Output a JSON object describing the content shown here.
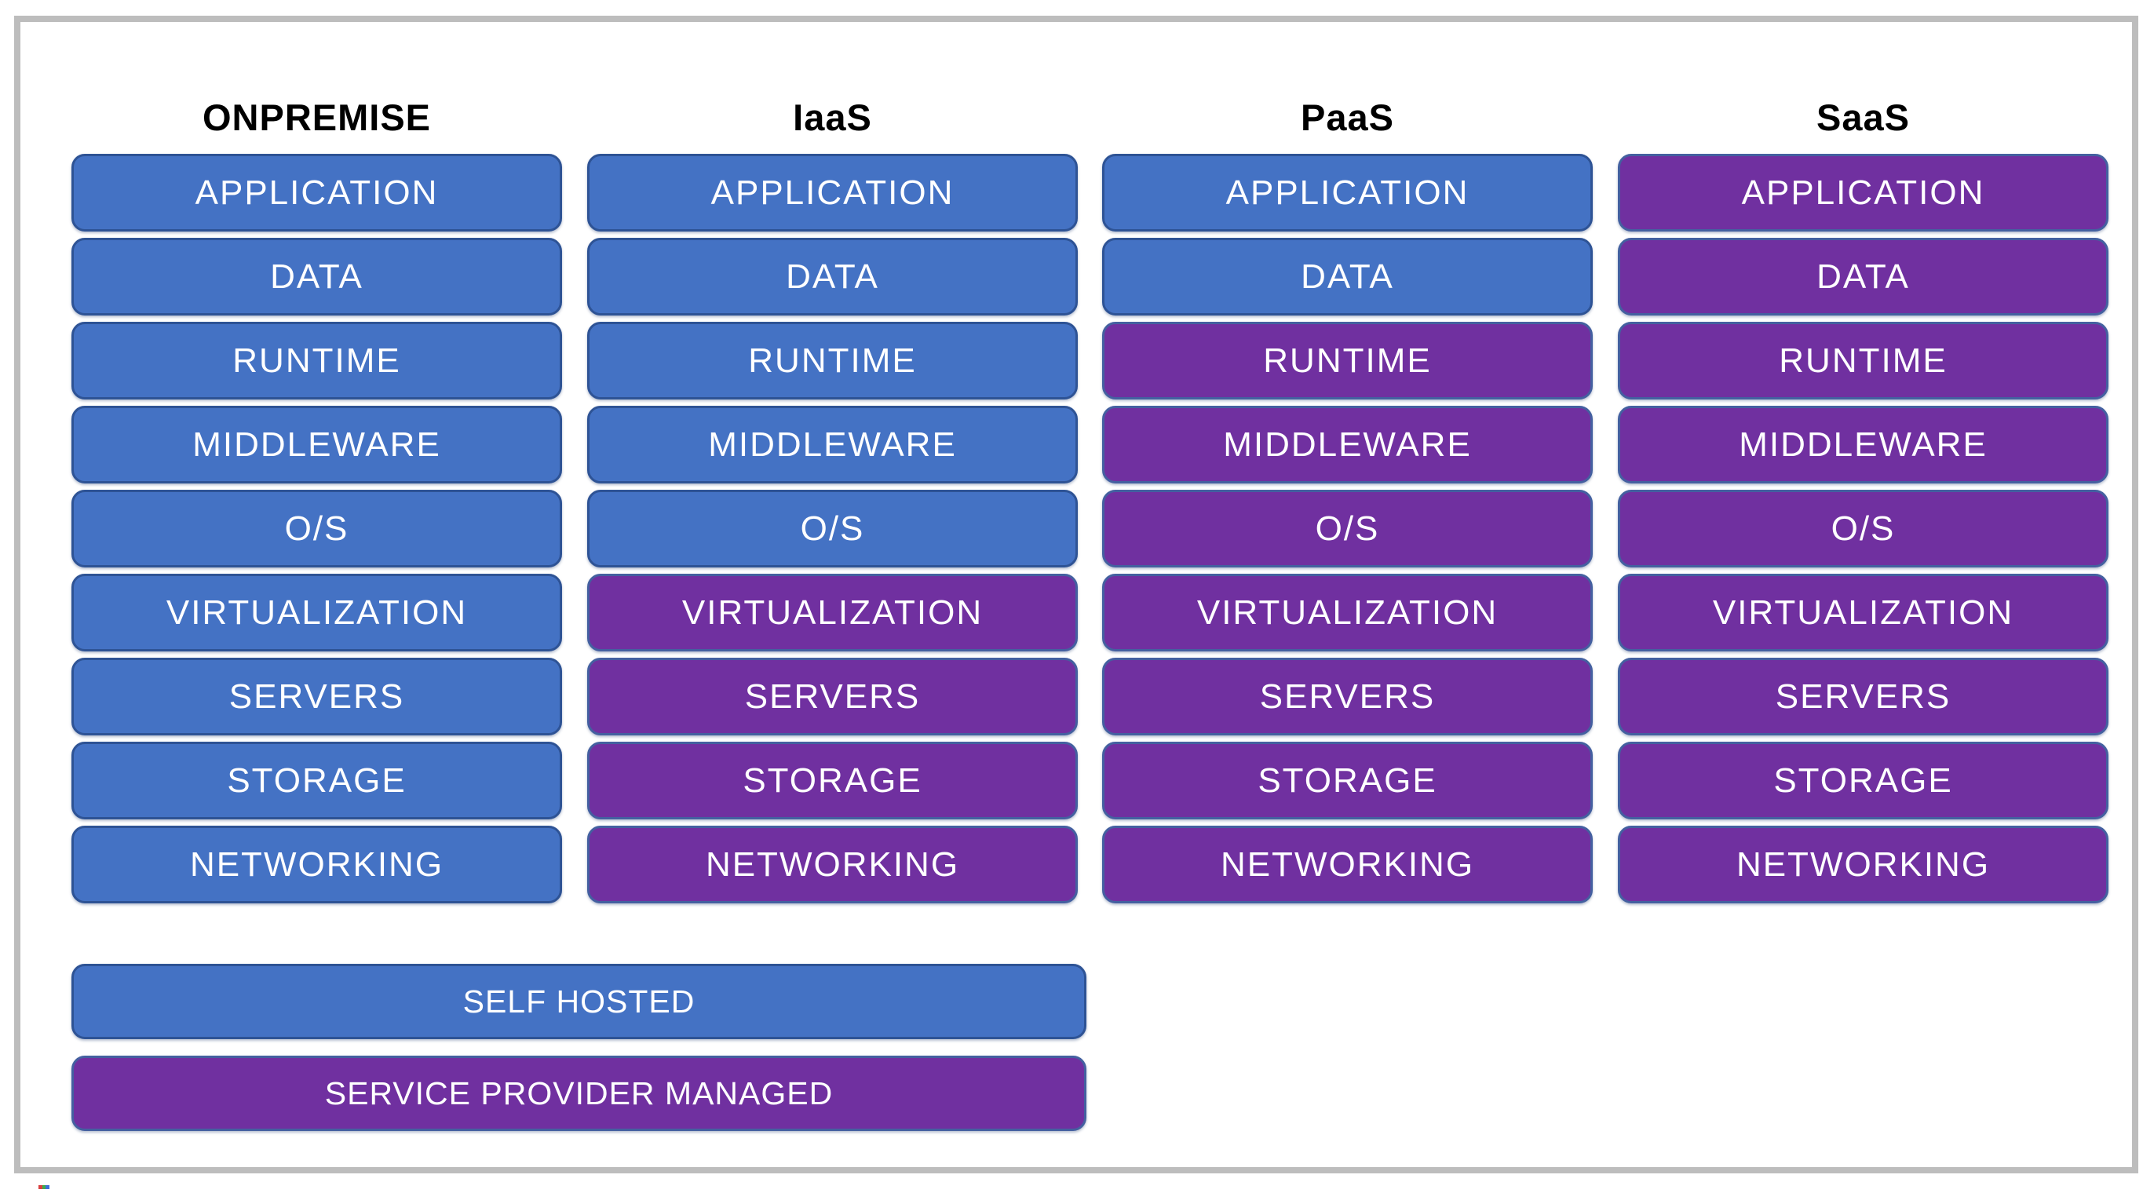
{
  "columns": [
    {
      "title": "ONPREMISE",
      "layers": [
        {
          "label": "APPLICATION",
          "managed": false
        },
        {
          "label": "DATA",
          "managed": false
        },
        {
          "label": "RUNTIME",
          "managed": false
        },
        {
          "label": "MIDDLEWARE",
          "managed": false
        },
        {
          "label": "O/S",
          "managed": false
        },
        {
          "label": "VIRTUALIZATION",
          "managed": false
        },
        {
          "label": "SERVERS",
          "managed": false
        },
        {
          "label": "STORAGE",
          "managed": false
        },
        {
          "label": "NETWORKING",
          "managed": false
        }
      ]
    },
    {
      "title": "IaaS",
      "layers": [
        {
          "label": "APPLICATION",
          "managed": false
        },
        {
          "label": "DATA",
          "managed": false
        },
        {
          "label": "RUNTIME",
          "managed": false
        },
        {
          "label": "MIDDLEWARE",
          "managed": false
        },
        {
          "label": "O/S",
          "managed": false
        },
        {
          "label": "VIRTUALIZATION",
          "managed": true
        },
        {
          "label": "SERVERS",
          "managed": true
        },
        {
          "label": "STORAGE",
          "managed": true
        },
        {
          "label": "NETWORKING",
          "managed": true
        }
      ]
    },
    {
      "title": "PaaS",
      "layers": [
        {
          "label": "APPLICATION",
          "managed": false
        },
        {
          "label": "DATA",
          "managed": false
        },
        {
          "label": "RUNTIME",
          "managed": true
        },
        {
          "label": "MIDDLEWARE",
          "managed": true
        },
        {
          "label": "O/S",
          "managed": true
        },
        {
          "label": "VIRTUALIZATION",
          "managed": true
        },
        {
          "label": "SERVERS",
          "managed": true
        },
        {
          "label": "STORAGE",
          "managed": true
        },
        {
          "label": "NETWORKING",
          "managed": true
        }
      ]
    },
    {
      "title": "SaaS",
      "layers": [
        {
          "label": "APPLICATION",
          "managed": true
        },
        {
          "label": "DATA",
          "managed": true
        },
        {
          "label": "RUNTIME",
          "managed": true
        },
        {
          "label": "MIDDLEWARE",
          "managed": true
        },
        {
          "label": "O/S",
          "managed": true
        },
        {
          "label": "VIRTUALIZATION",
          "managed": true
        },
        {
          "label": "SERVERS",
          "managed": true
        },
        {
          "label": "STORAGE",
          "managed": true
        },
        {
          "label": "NETWORKING",
          "managed": true
        }
      ]
    }
  ],
  "legend": [
    {
      "label": "SELF HOSTED",
      "managed": false
    },
    {
      "label": "SERVICE PROVIDER MANAGED",
      "managed": true
    }
  ],
  "colors": {
    "self_hosted": "#4472C4",
    "self_hosted_border": "#2E5395",
    "service_provider_managed": "#7030A0",
    "service_provider_managed_border": "#4460A0",
    "header_text": "#000000",
    "box_text": "#FFFFFF",
    "frame_border": "#BDBDBD"
  }
}
